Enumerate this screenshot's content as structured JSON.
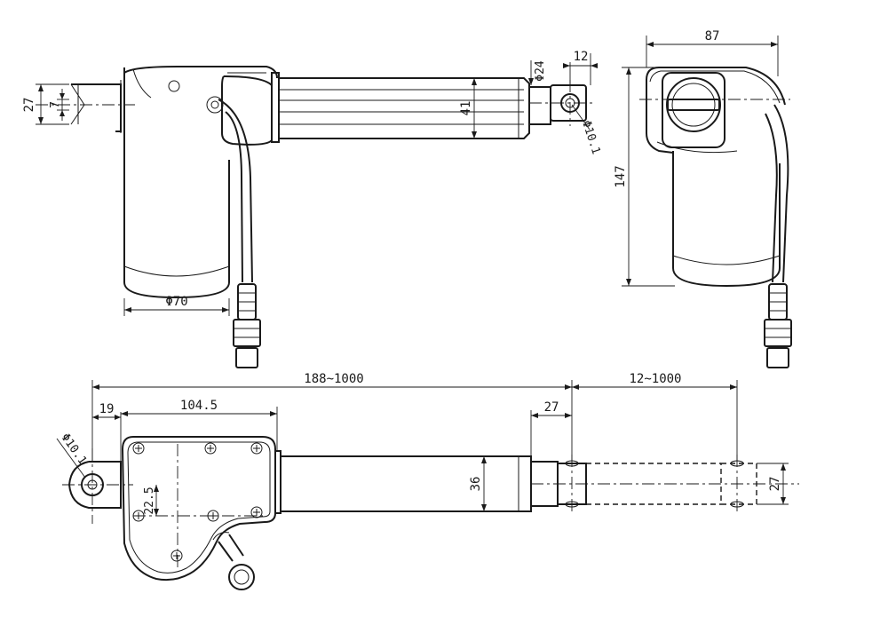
{
  "dimensions": {
    "side_bore_height": "27",
    "side_slot_width": "7",
    "tube_height": "41",
    "rod_diameter": "Φ24",
    "clevis_width": "12",
    "clevis_hole": "Φ10.1",
    "motor_diameter": "Φ70",
    "end_width": "87",
    "end_height": "147",
    "overall_length": "188~1000",
    "stroke": "12~1000",
    "rear_offset": "19",
    "gear_length": "104.5",
    "rod_end_length": "27",
    "outer_tube_height": "36",
    "front_clevis_height": "27",
    "rear_clevis_hole": "Φ10.1",
    "rear_bore_offset": "22.5"
  }
}
